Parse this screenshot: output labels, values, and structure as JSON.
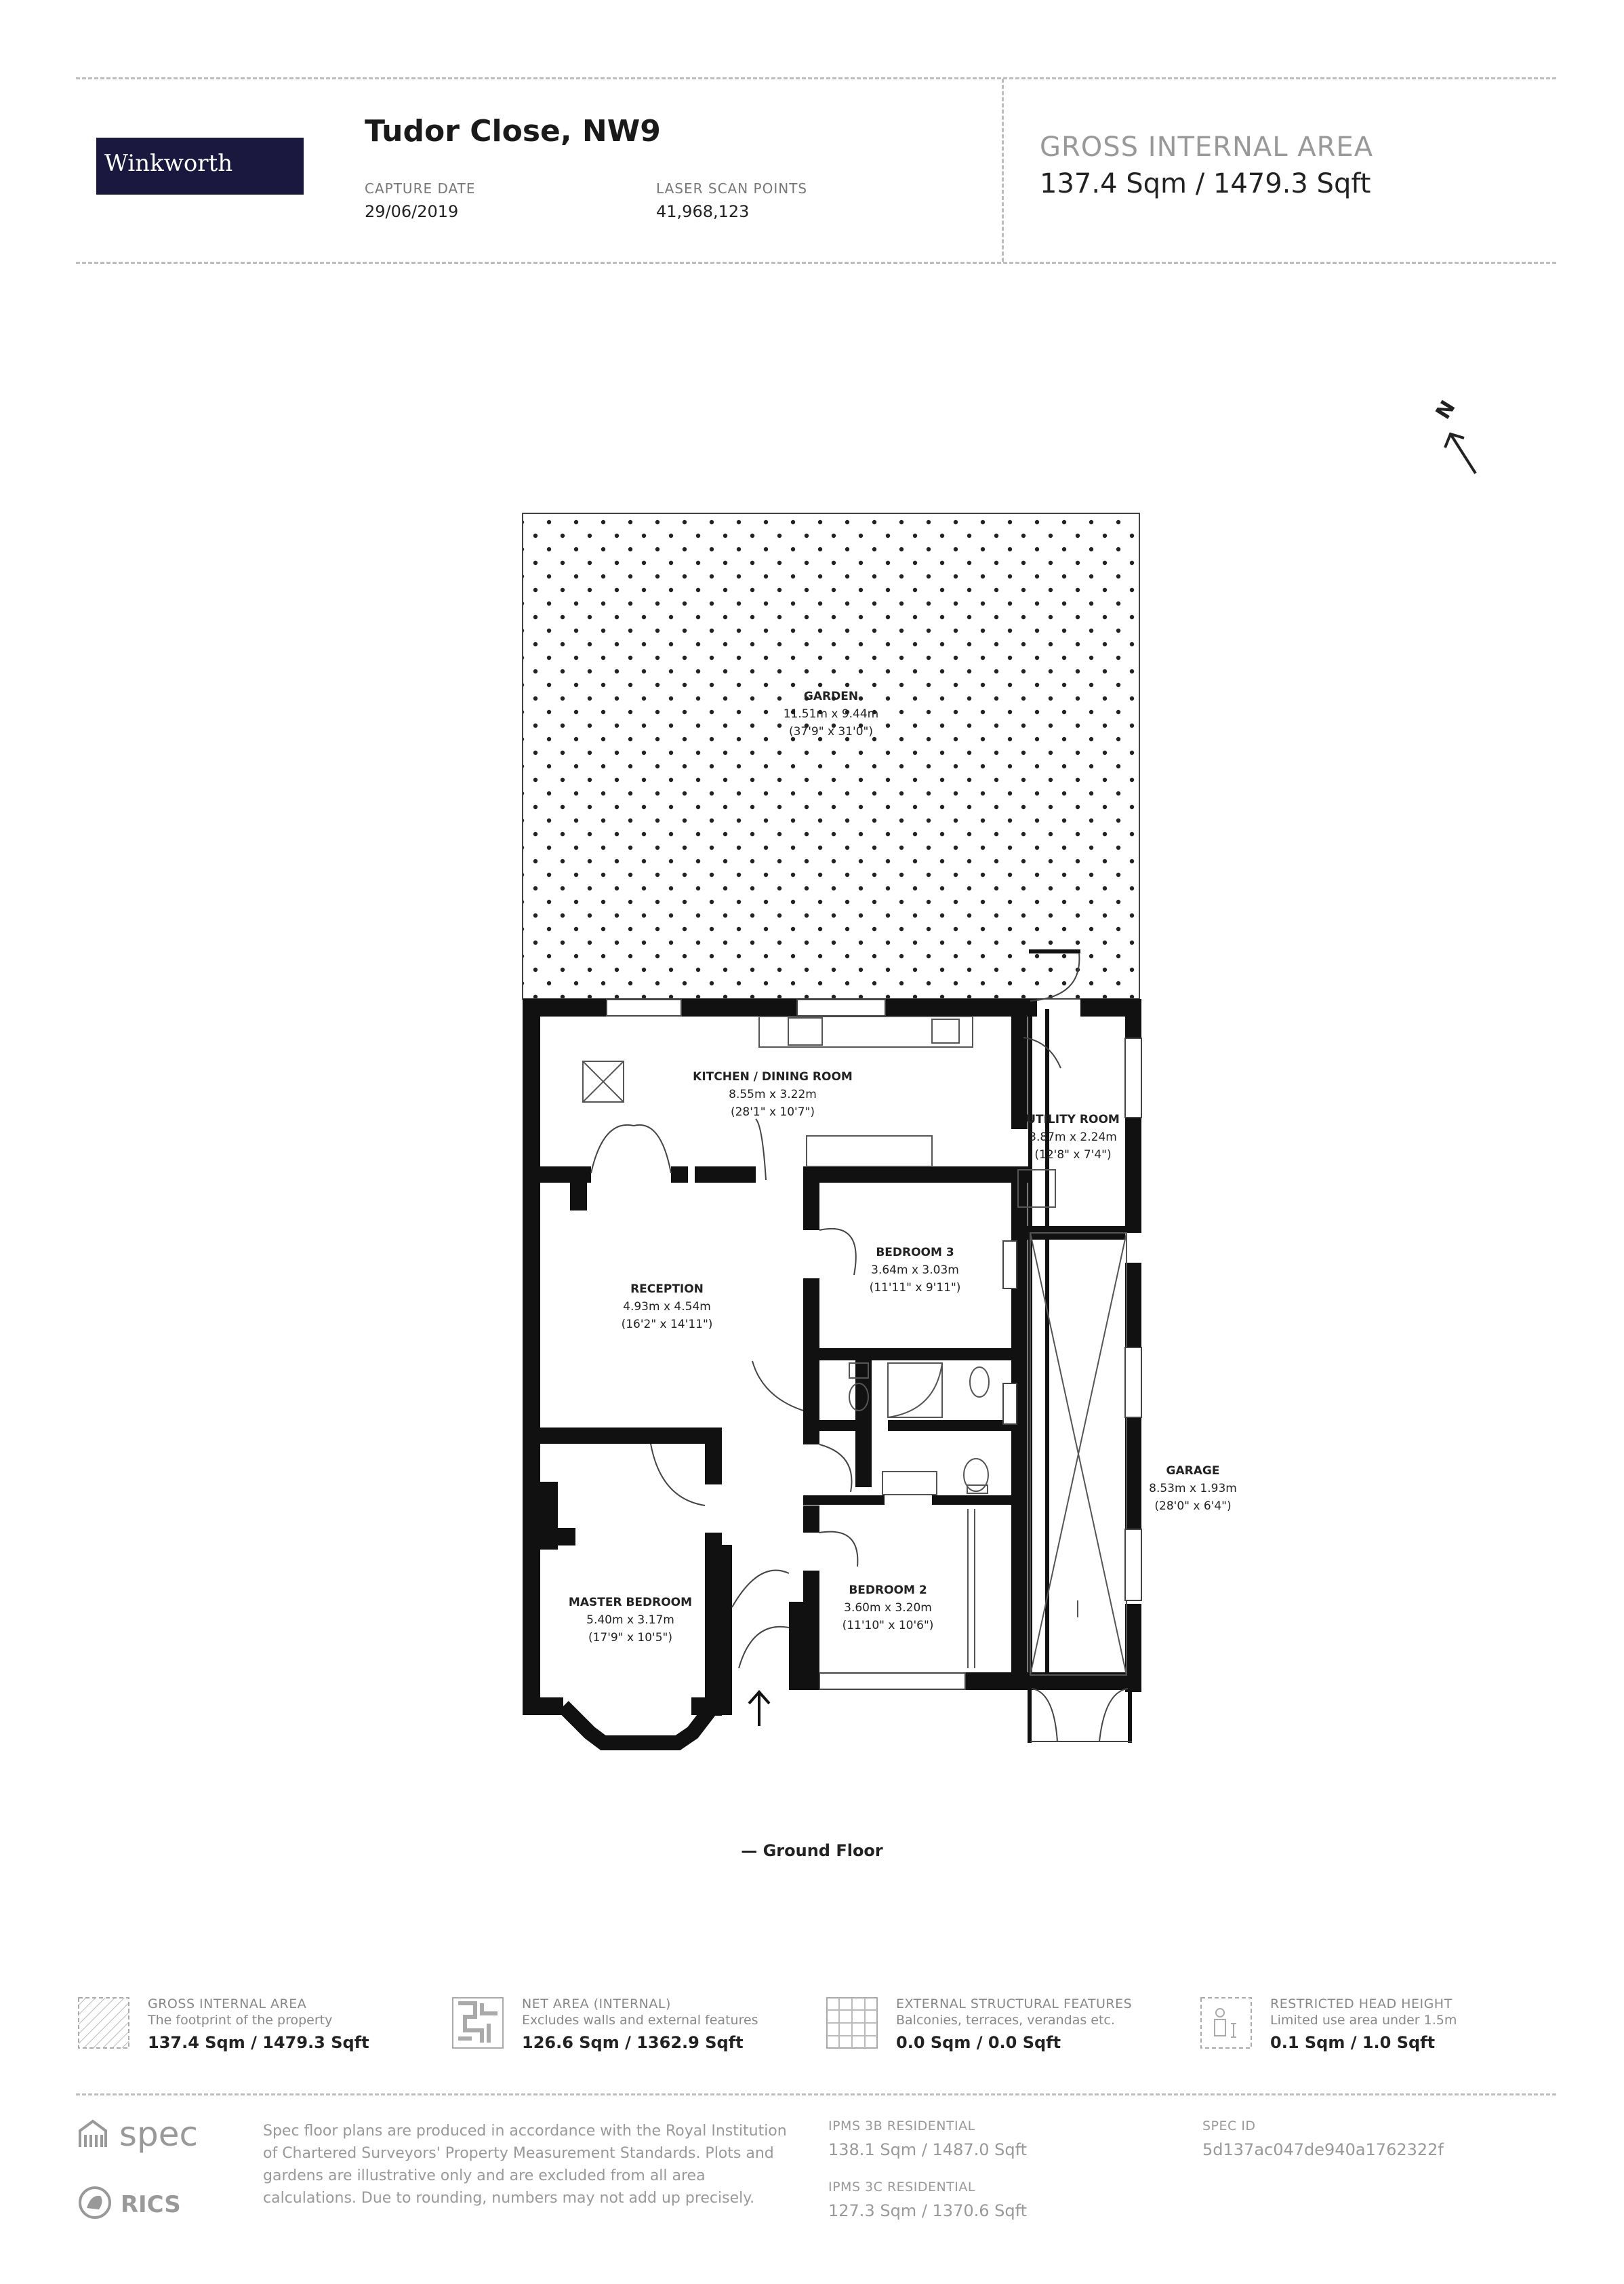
{
  "header": {
    "brand": "Winkworth",
    "property_title": "Tudor Close, NW9",
    "capture_date_label": "CAPTURE DATE",
    "capture_date": "29/06/2019",
    "scan_points_label": "LASER SCAN POINTS",
    "scan_points": "41,968,123",
    "gia_label": "GROSS INTERNAL AREA",
    "gia_value": "137.4 Sqm / 1479.3 Sqft"
  },
  "compass": {
    "label": "N",
    "icon": "north-arrow-icon"
  },
  "rooms": {
    "garden": {
      "name": "GARDEN",
      "metric": "11.51m x 9.44m",
      "imperial": "(37'9\" x 31'0\")"
    },
    "kitchen": {
      "name": "KITCHEN / DINING ROOM",
      "metric": "8.55m x 3.22m",
      "imperial": "(28'1\" x 10'7\")"
    },
    "utility": {
      "name": "UTILITY ROOM",
      "metric": "3.87m x 2.24m",
      "imperial": "(12'8\" x 7'4\")"
    },
    "bedroom3": {
      "name": "BEDROOM 3",
      "metric": "3.64m x 3.03m",
      "imperial": "(11'11\" x 9'11\")"
    },
    "reception": {
      "name": "RECEPTION",
      "metric": "4.93m x 4.54m",
      "imperial": "(16'2\" x 14'11\")"
    },
    "garage": {
      "name": "GARAGE",
      "metric": "8.53m x 1.93m",
      "imperial": "(28'0\" x 6'4\")"
    },
    "master": {
      "name": "MASTER BEDROOM",
      "metric": "5.40m x 3.17m",
      "imperial": "(17'9\" x 10'5\")"
    },
    "bedroom2": {
      "name": "BEDROOM 2",
      "metric": "3.60m x 3.20m",
      "imperial": "(11'10\" x 10'6\")"
    }
  },
  "floor_label": "— Ground Floor",
  "legend": [
    {
      "title": "GROSS INTERNAL AREA",
      "sub": "The footprint of the property",
      "value": "137.4 Sqm / 1479.3 Sqft",
      "icon": "hatched-area-icon"
    },
    {
      "title": "NET AREA (INTERNAL)",
      "sub": "Excludes walls and external features",
      "value": "126.6 Sqm / 1362.9 Sqft",
      "icon": "net-area-icon"
    },
    {
      "title": "EXTERNAL STRUCTURAL FEATURES",
      "sub": "Balconies, terraces, verandas etc.",
      "value": "0.0 Sqm / 0.0 Sqft",
      "icon": "grid-area-icon"
    },
    {
      "title": "RESTRICTED HEAD HEIGHT",
      "sub": "Limited use area under 1.5m",
      "value": "0.1 Sqm / 1.0 Sqft",
      "icon": "head-height-icon"
    }
  ],
  "footer": {
    "spec_logo": "spec",
    "rics_logo": "RICS",
    "disclaimer": "Spec floor plans are produced in accordance with the Royal Institution of Chartered Surveyors' Property Measurement Standards. Plots and gardens are illustrative only and are excluded from all area calculations. Due to rounding, numbers may not add up precisely.",
    "ipms3b_label": "IPMS 3B RESIDENTIAL",
    "ipms3b_value": "138.1 Sqm / 1487.0 Sqft",
    "ipms3c_label": "IPMS 3C RESIDENTIAL",
    "ipms3c_value": "127.3 Sqm / 1370.6 Sqft",
    "spec_id_label": "SPEC ID",
    "spec_id_value": "5d137ac047de940a1762322f"
  }
}
